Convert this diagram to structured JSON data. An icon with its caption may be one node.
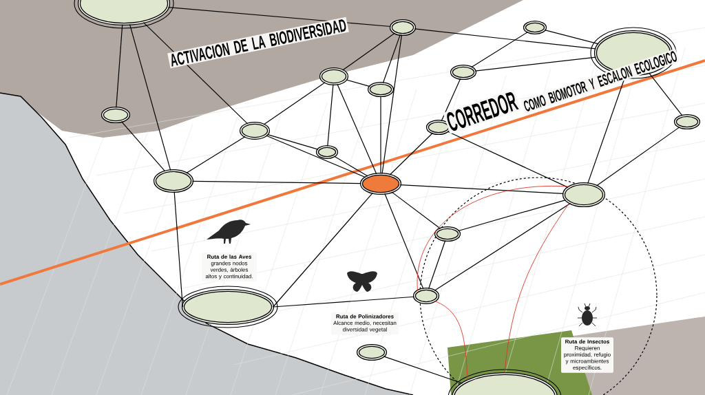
{
  "diagram": {
    "nodes": [
      {
        "text": [],
        "shape": "circle"
      },
      {
        "text": [],
        "shape": "circle"
      },
      {
        "text": [],
        "shape": "circle"
      },
      {
        "text": [],
        "shape": "circle"
      },
      {
        "text": [],
        "shape": "circle"
      },
      {
        "text": [],
        "shape": "circle"
      },
      {
        "text": [],
        "shape": "circle"
      },
      {
        "text": [],
        "shape": "circle"
      },
      {
        "text": [],
        "shape": "circle"
      },
      {
        "text": [],
        "shape": "circle"
      },
      {
        "text": [],
        "shape": "circle"
      },
      {
        "text": [],
        "shape": "circle"
      },
      {
        "text": [],
        "shape": "circle"
      },
      {
        "text": [],
        "shape": "circle"
      },
      {
        "text": [],
        "shape": "circle"
      },
      {
        "text": [],
        "shape": "circle"
      },
      {
        "text": [],
        "shape": "circle"
      },
      {
        "text": [],
        "shape": "circle"
      },
      {
        "text": [],
        "shape": "circle"
      },
      {
        "text": [],
        "shape": "circle"
      },
      {
        "text": [
          "Ruta de las Aves",
          "grandes nodos verdes, árboles altos y continuidad."
        ]
      },
      {
        "text": [
          "Ruta de Polinizadores",
          "Alcance medio, necesitan diversidad vegetal"
        ]
      },
      {
        "text": [
          "Ruta de Insectos",
          "Requieren proximidad, refugio y microambientes específicos."
        ]
      }
    ],
    "edges": [
      {
        "from": 0,
        "to": 7,
        "arrow": "none"
      },
      {
        "from": 0,
        "to": 8,
        "arrow": "none"
      },
      {
        "from": 0,
        "to": 11,
        "arrow": "none"
      },
      {
        "from": 0,
        "to": 1,
        "arrow": "none"
      },
      {
        "from": 1,
        "to": 4,
        "arrow": "none"
      },
      {
        "from": 1,
        "to": 5,
        "arrow": "none"
      },
      {
        "from": 1,
        "to": 3,
        "arrow": "none"
      },
      {
        "from": 1,
        "to": 12,
        "arrow": "none"
      },
      {
        "from": 2,
        "to": 3,
        "arrow": "none"
      },
      {
        "from": 2,
        "to": 6,
        "arrow": "none"
      },
      {
        "from": 3,
        "to": 6,
        "arrow": "none"
      },
      {
        "from": 3,
        "to": 13,
        "arrow": "none"
      },
      {
        "from": 3,
        "to": 14,
        "arrow": "none"
      },
      {
        "from": 4,
        "to": 8,
        "arrow": "none"
      },
      {
        "from": 4,
        "to": 9,
        "arrow": "none"
      },
      {
        "from": 4,
        "to": 12,
        "arrow": "none"
      },
      {
        "from": 4,
        "to": 5,
        "arrow": "none"
      },
      {
        "from": 5,
        "to": 12,
        "arrow": "none"
      },
      {
        "from": 6,
        "to": 10,
        "arrow": "none"
      },
      {
        "from": 7,
        "to": 11,
        "arrow": "none"
      },
      {
        "from": 8,
        "to": 11,
        "arrow": "none"
      },
      {
        "from": 8,
        "to": 9,
        "arrow": "none"
      },
      {
        "from": 8,
        "to": 12,
        "arrow": "none"
      },
      {
        "from": 9,
        "to": 12,
        "arrow": "none"
      },
      {
        "from": 11,
        "to": 12,
        "arrow": "none"
      },
      {
        "from": 11,
        "to": 17,
        "arrow": "none"
      },
      {
        "from": 12,
        "to": 17,
        "arrow": "none"
      },
      {
        "from": 12,
        "to": 13,
        "arrow": "none"
      },
      {
        "from": 12,
        "to": 15,
        "arrow": "none"
      },
      {
        "from": 12,
        "to": 10,
        "arrow": "none"
      },
      {
        "from": 12,
        "to": 16,
        "arrow": "none"
      },
      {
        "from": 10,
        "to": 13,
        "arrow": "none"
      },
      {
        "from": 13,
        "to": 14,
        "arrow": "none"
      },
      {
        "from": 13,
        "to": 16,
        "arrow": "none"
      },
      {
        "from": 13,
        "to": 15,
        "arrow": "none"
      },
      {
        "from": 15,
        "to": 16,
        "arrow": "none"
      },
      {
        "from": 17,
        "to": 16,
        "arrow": "none"
      },
      {
        "from": 18,
        "to": 19,
        "arrow": "none"
      },
      {
        "from": 13,
        "to": 19,
        "arrow": "none",
        "color": "#e2332a"
      },
      {
        "from": 16,
        "to": 19,
        "arrow": "none",
        "color": "#e2332a"
      },
      {
        "from": 16,
        "to": 13,
        "arrow": "none",
        "color": "#e2332a"
      }
    ],
    "labels": [
      "ACTIVACION DE LA BIODIVERSIDAD",
      "CORREDOR",
      "COMO BIOMOTOR Y ESCALON ECOLOGICO"
    ]
  }
}
